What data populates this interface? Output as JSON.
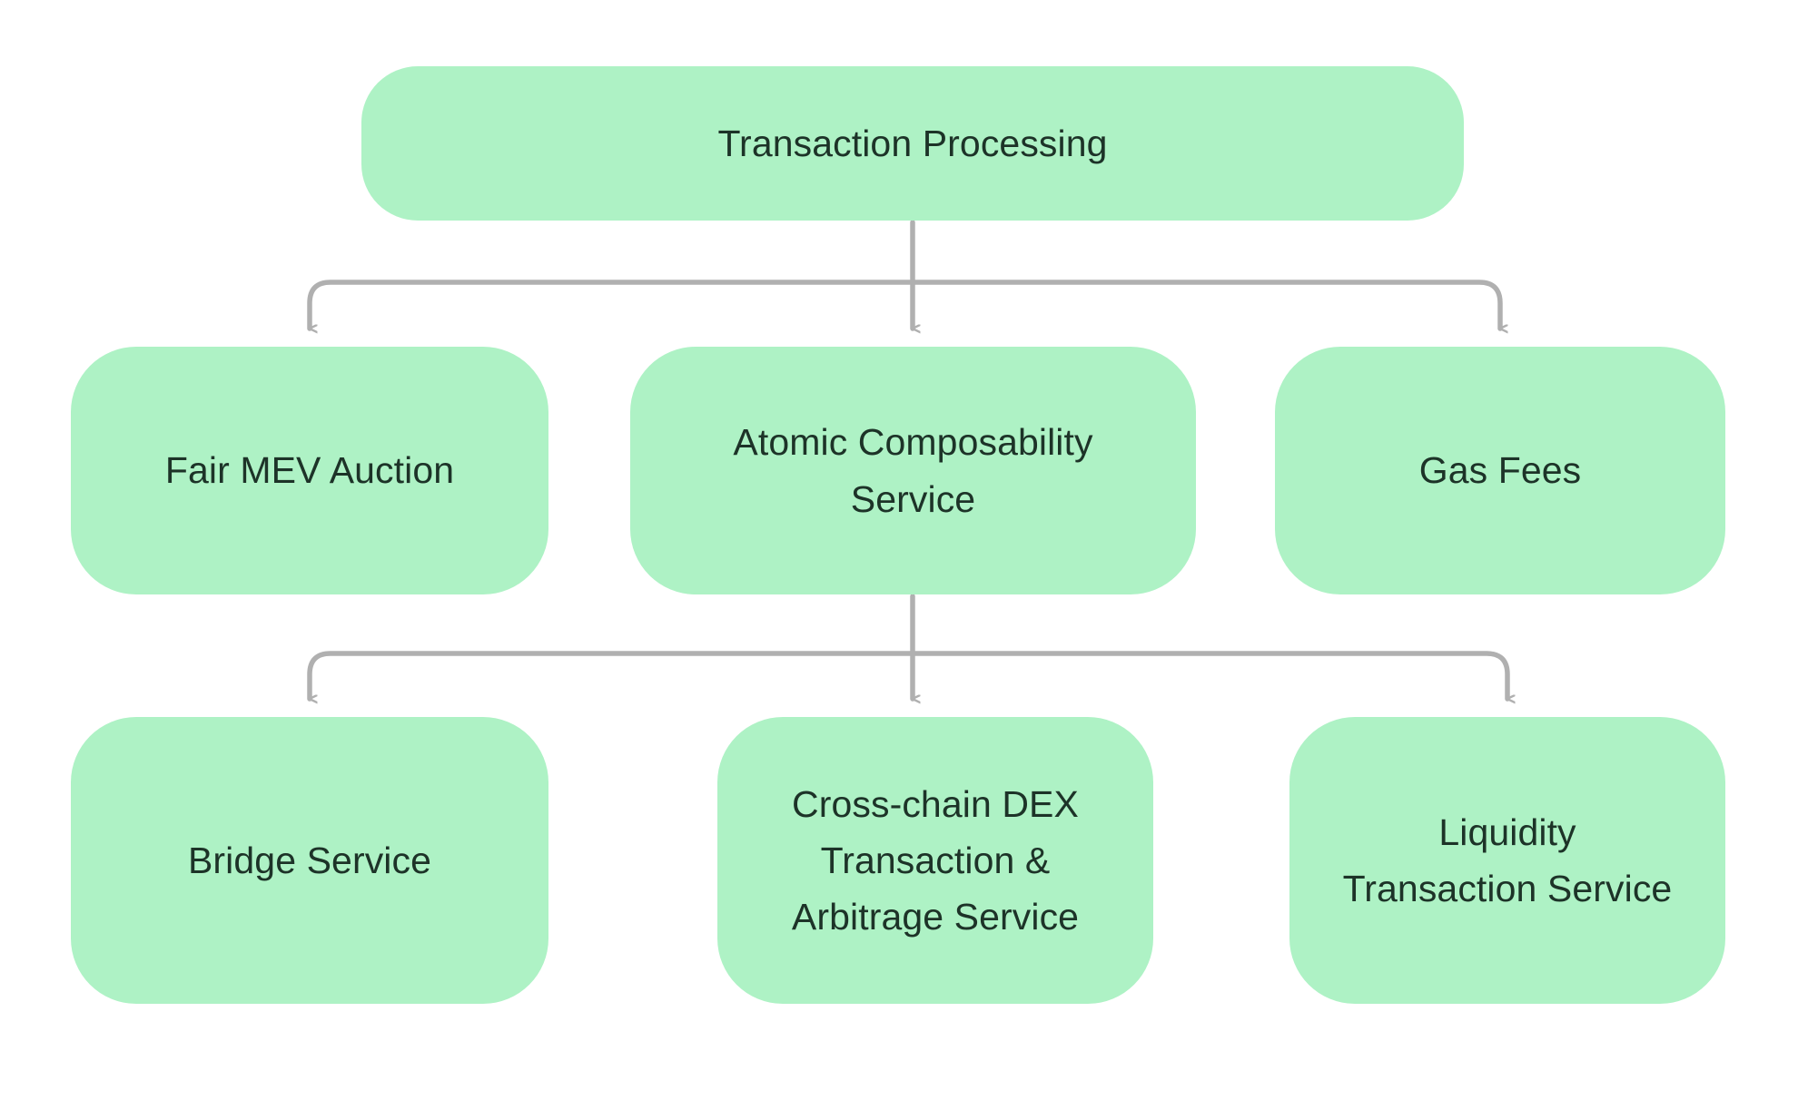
{
  "diagram": {
    "title": "Transaction Processing",
    "background_color": "#ffffff",
    "node_fill_color": "#aef2c5",
    "node_text_color": "#1d3328",
    "edge_color": "#b0b0b0",
    "nodes": [
      {
        "id": "root",
        "label": "Transaction Processing",
        "level": 1
      },
      {
        "id": "mev",
        "label": "Fair MEV Auction",
        "level": 2
      },
      {
        "id": "atomic",
        "label": "Atomic Composability\nService",
        "level": 2
      },
      {
        "id": "gas",
        "label": "Gas Fees",
        "level": 2
      },
      {
        "id": "bridge",
        "label": "Bridge Service",
        "level": 3
      },
      {
        "id": "dex",
        "label": "Cross-chain DEX\nTransaction &\nArbitrage Service",
        "level": 3
      },
      {
        "id": "liquidity",
        "label": "Liquidity\nTransaction Service",
        "level": 3
      }
    ],
    "edges": [
      {
        "from": "root",
        "to": "mev",
        "arrow": "down"
      },
      {
        "from": "root",
        "to": "atomic",
        "arrow": "down"
      },
      {
        "from": "root",
        "to": "gas",
        "arrow": "down"
      },
      {
        "from": "atomic",
        "to": "bridge",
        "arrow": "down"
      },
      {
        "from": "atomic",
        "to": "dex",
        "arrow": "down"
      },
      {
        "from": "atomic",
        "to": "liquidity",
        "arrow": "down"
      }
    ]
  }
}
